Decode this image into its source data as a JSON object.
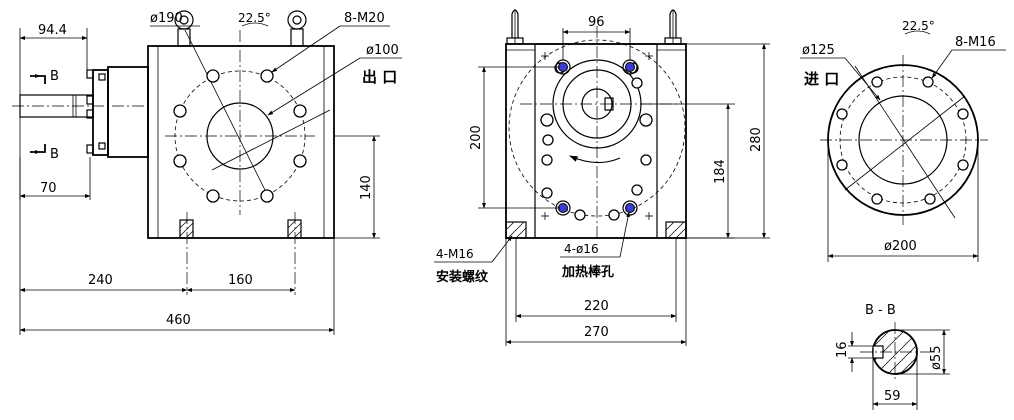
{
  "views": {
    "front": {
      "dims": {
        "width_94_4": "94.4",
        "dia_190": "ø190",
        "angle": "22.5°",
        "bolt_spec": "8-M20",
        "dia_100": "ø100",
        "outlet": "出 口",
        "dim_70": "70",
        "dim_140": "140",
        "dim_240": "240",
        "dim_160": "160",
        "dim_460": "460",
        "section_mark": "B"
      }
    },
    "side": {
      "dims": {
        "dim_96": "96",
        "dim_200": "200",
        "dim_280": "280",
        "dim_184": "184",
        "dim_220": "220",
        "dim_270": "270",
        "mount_thread": "4-M16",
        "mount_label": "安装螺纹",
        "heater_holes": "4-ø16",
        "heater_label": "加热棒孔"
      }
    },
    "inlet": {
      "dims": {
        "dia_125": "ø125",
        "angle": "22.5°",
        "bolt_spec": "8-M16",
        "inlet": "进 口",
        "dia_200": "ø200"
      }
    },
    "section": {
      "dims": {
        "title": "B - B",
        "dim_16": "16",
        "dia_55": "ø55",
        "dim_59": "59"
      }
    }
  },
  "colors": {
    "line": "#000000",
    "accent_hole": "#3b3bd6",
    "background": "#ffffff"
  }
}
